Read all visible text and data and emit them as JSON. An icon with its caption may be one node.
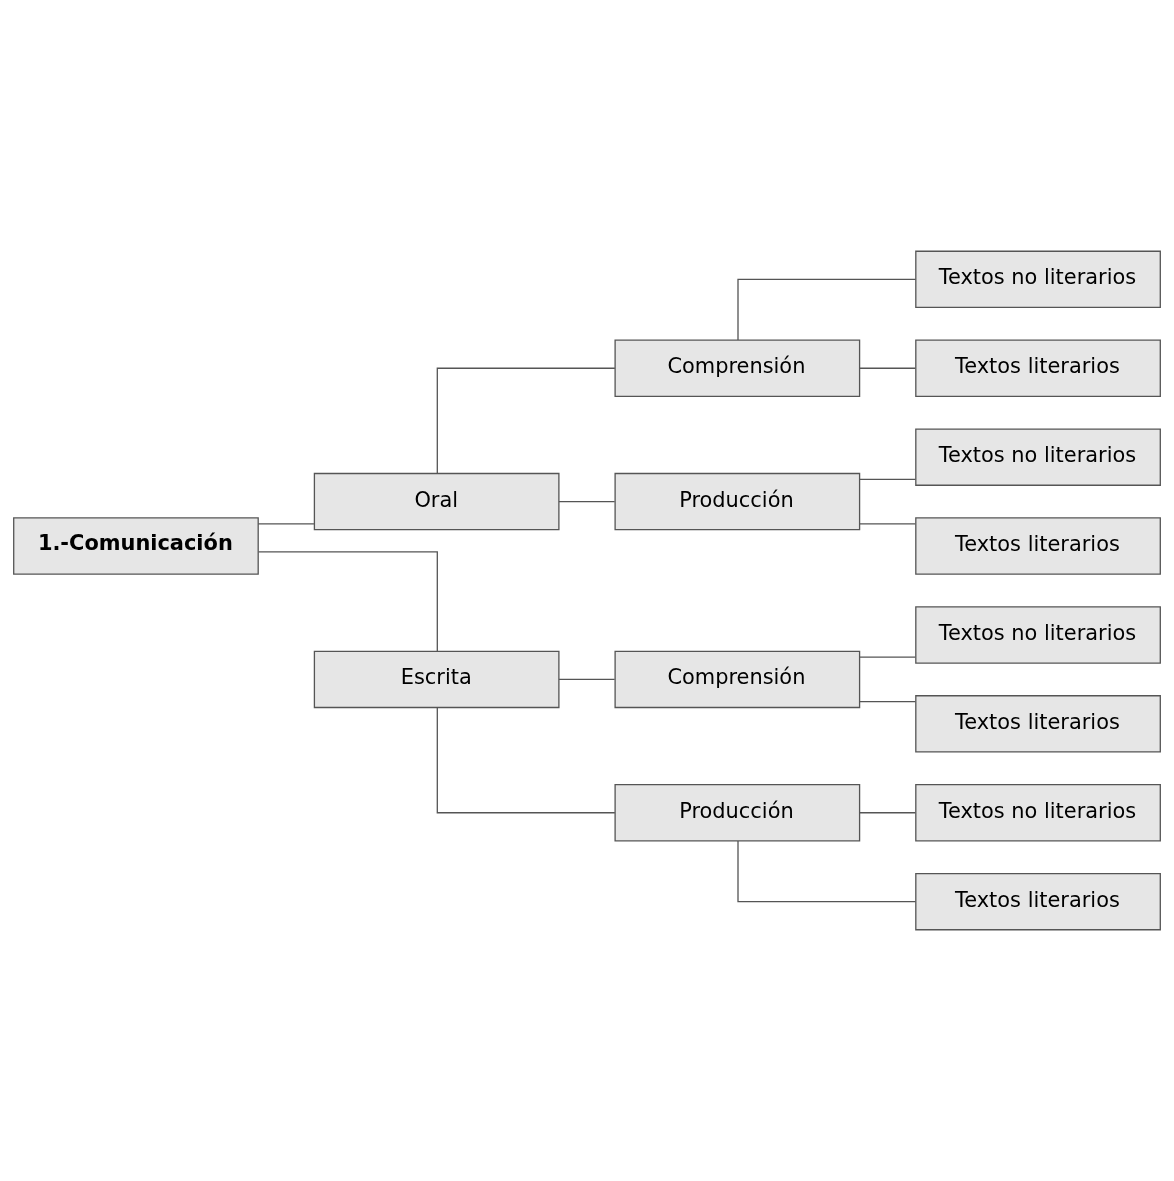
{
  "diagram": {
    "nodes": [
      {
        "text": [
          "1.-Comunicación"
        ]
      },
      {
        "text": [
          "Oral"
        ]
      },
      {
        "text": [
          "Comprensión"
        ]
      },
      {
        "text": [
          "Textos no literarios"
        ]
      },
      {
        "text": [
          "Textos literarios"
        ]
      },
      {
        "text": [
          "Producción"
        ]
      },
      {
        "text": [
          "Textos no literarios"
        ]
      },
      {
        "text": [
          "Textos literarios"
        ]
      },
      {
        "text": [
          "Escrita"
        ]
      },
      {
        "text": [
          "Comprensión"
        ]
      },
      {
        "text": [
          "Textos no literarios"
        ]
      },
      {
        "text": [
          "Textos literarios"
        ]
      },
      {
        "text": [
          "Producción"
        ]
      },
      {
        "text": [
          "Textos no literarios"
        ]
      },
      {
        "text": [
          "Textos literarios"
        ]
      }
    ],
    "edges": [
      {
        "from": 0,
        "to": 1,
        "arrow": "none"
      },
      {
        "from": 0,
        "to": 8,
        "arrow": "none"
      },
      {
        "from": 1,
        "to": 2,
        "arrow": "none"
      },
      {
        "from": 1,
        "to": 5,
        "arrow": "none"
      },
      {
        "from": 2,
        "to": 3,
        "arrow": "none"
      },
      {
        "from": 2,
        "to": 4,
        "arrow": "none"
      },
      {
        "from": 5,
        "to": 6,
        "arrow": "none"
      },
      {
        "from": 5,
        "to": 7,
        "arrow": "none"
      },
      {
        "from": 8,
        "to": 9,
        "arrow": "none"
      },
      {
        "from": 8,
        "to": 12,
        "arrow": "none"
      },
      {
        "from": 9,
        "to": 10,
        "arrow": "none"
      },
      {
        "from": 9,
        "to": 11,
        "arrow": "none"
      },
      {
        "from": 12,
        "to": 13,
        "arrow": "none"
      },
      {
        "from": 12,
        "to": 14,
        "arrow": "none"
      }
    ]
  }
}
